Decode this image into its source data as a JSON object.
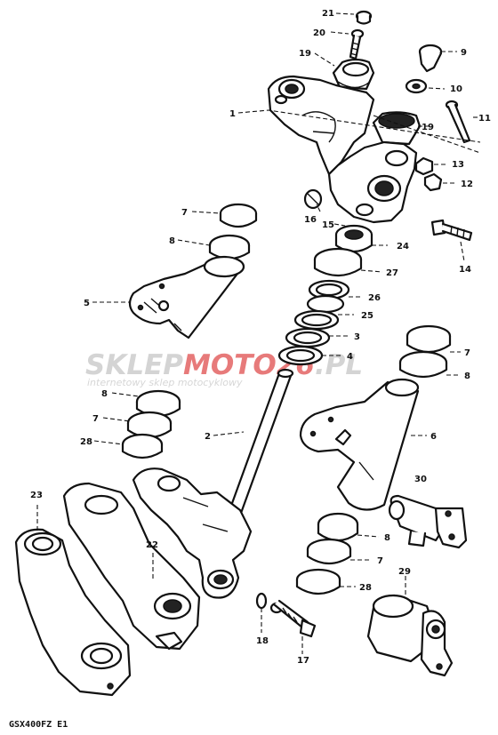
{
  "callouts": [
    {
      "id": "21",
      "text": "21"
    },
    {
      "id": "20",
      "text": "20"
    },
    {
      "id": "19a",
      "text": "19"
    },
    {
      "id": "19b",
      "text": "19"
    },
    {
      "id": "9",
      "text": "9"
    },
    {
      "id": "10",
      "text": "10"
    },
    {
      "id": "1",
      "text": "1"
    },
    {
      "id": "11",
      "text": "11"
    },
    {
      "id": "13",
      "text": "13"
    },
    {
      "id": "12",
      "text": "12"
    },
    {
      "id": "16",
      "text": "16"
    },
    {
      "id": "15",
      "text": "15"
    },
    {
      "id": "24",
      "text": "24"
    },
    {
      "id": "14",
      "text": "14"
    },
    {
      "id": "7a",
      "text": "7"
    },
    {
      "id": "8a",
      "text": "8"
    },
    {
      "id": "27",
      "text": "27"
    },
    {
      "id": "26",
      "text": "26"
    },
    {
      "id": "5",
      "text": "5"
    },
    {
      "id": "25",
      "text": "25"
    },
    {
      "id": "3",
      "text": "3"
    },
    {
      "id": "4",
      "text": "4"
    },
    {
      "id": "7b",
      "text": "7"
    },
    {
      "id": "8b",
      "text": "8"
    },
    {
      "id": "8c",
      "text": "8"
    },
    {
      "id": "7c",
      "text": "7"
    },
    {
      "id": "28a",
      "text": "28"
    },
    {
      "id": "2",
      "text": "2"
    },
    {
      "id": "6",
      "text": "6"
    },
    {
      "id": "30",
      "text": "30"
    },
    {
      "id": "23",
      "text": "23"
    },
    {
      "id": "22",
      "text": "22"
    },
    {
      "id": "8d",
      "text": "8"
    },
    {
      "id": "7d",
      "text": "7"
    },
    {
      "id": "28b",
      "text": "28"
    },
    {
      "id": "29",
      "text": "29"
    },
    {
      "id": "18",
      "text": "18"
    },
    {
      "id": "17",
      "text": "17"
    }
  ],
  "watermark": {
    "brand_part1": "SKLEP",
    "brand_part2": "MOTO",
    "brand_part3": "26",
    "brand_part4": ".PL",
    "tagline": "internetowy sklep motocyklowy",
    "colors": {
      "grey": "#cfcfcf",
      "red": "#e23b3b"
    }
  },
  "footer": {
    "model_code": "GSX400FZ E1"
  }
}
